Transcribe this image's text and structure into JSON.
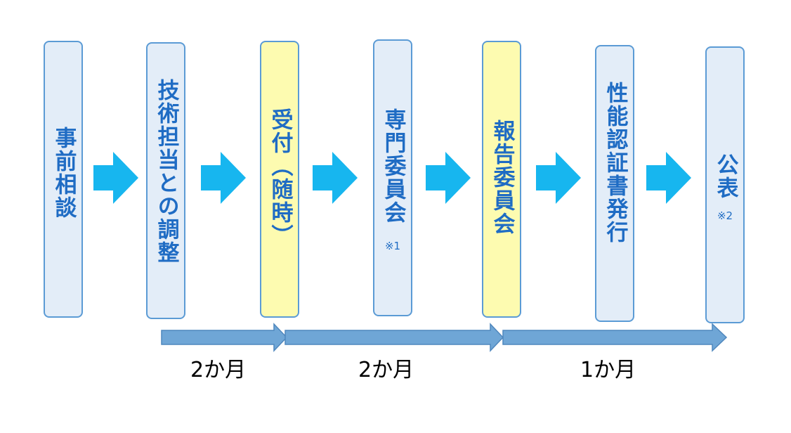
{
  "steps": [
    {
      "label": "事前相談",
      "note": ""
    },
    {
      "label": "技術担当との調整",
      "note": ""
    },
    {
      "label": "受付（随時）",
      "note": ""
    },
    {
      "label": "専門委員会",
      "note": "※1"
    },
    {
      "label": "報告委員会",
      "note": ""
    },
    {
      "label": "性能認証書発行",
      "note": ""
    },
    {
      "label": "公表",
      "note": "※2"
    }
  ],
  "durations": [
    {
      "label": "2か月"
    },
    {
      "label": "2か月"
    },
    {
      "label": "1か月"
    }
  ],
  "colors": {
    "box_border": "#5b9bd5",
    "box_fill": "#e3edf8",
    "box_highlight_fill": "#fdfbb0",
    "text": "#1f6cc4",
    "chevron": "#17b6ef",
    "timeline_arrow": "#6fa6d6"
  }
}
